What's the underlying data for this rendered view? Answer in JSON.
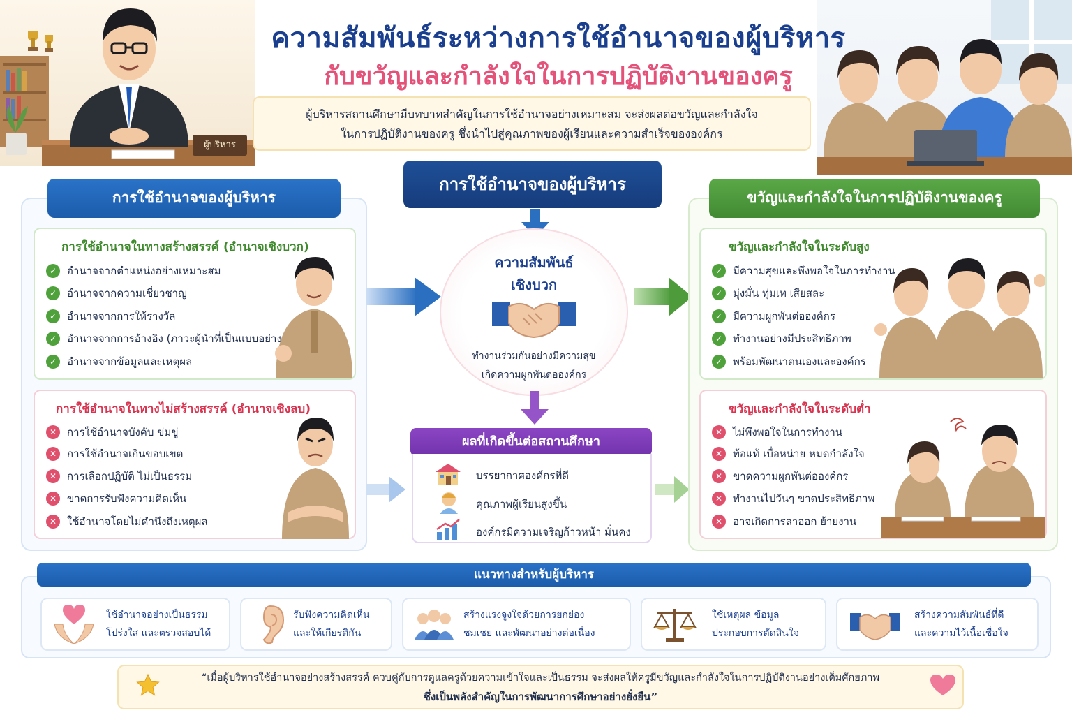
{
  "header": {
    "title": "ความสัมพันธ์ระหว่างการใช้อำนาจของผู้บริหาร",
    "subtitle": "กับขวัญและกำลังใจในการปฏิบัติงานของครู",
    "intro_line1": "ผู้บริหารสถานศึกษามีบทบาทสำคัญในการใช้อำนาจอย่างเหมาะสม จะส่งผลต่อขวัญและกำลังใจ",
    "intro_line2": "ในการปฏิบัติงานของครู ซึ่งนำไปสู่คุณภาพของผู้เรียนและความสำเร็จขององค์กร",
    "nameplate": "ผู้บริหาร"
  },
  "left_panel": {
    "title": "การใช้อำนาจของผู้บริหาร",
    "positive": {
      "title": "การใช้อำนาจในทางสร้างสรรค์ (อำนาจเชิงบวก)",
      "items": [
        "อำนาจจากตำแหน่งอย่างเหมาะสม",
        "อำนาจจากความเชี่ยวชาญ",
        "อำนาจจากการให้รางวัล",
        "อำนาจจากการอ้างอิง (ภาวะผู้นำที่เป็นแบบอย่าง)",
        "อำนาจจากข้อมูลและเหตุผล"
      ]
    },
    "negative": {
      "title": "การใช้อำนาจในทางไม่สร้างสรรค์ (อำนาจเชิงลบ)",
      "items": [
        "การใช้อำนาจบังคับ ข่มขู่",
        "การใช้อำนาจเกินขอบเขต",
        "การเลือกปฏิบัติ ไม่เป็นธรรม",
        "ขาดการรับฟังความคิดเห็น",
        "ใช้อำนาจโดยไม่คำนึงถึงเหตุผล"
      ]
    }
  },
  "center": {
    "title": "การใช้อำนาจของผู้บริหาร",
    "relation_line1": "ความสัมพันธ์",
    "relation_line2": "เชิงบวก",
    "relation_text1": "ทำงานร่วมกันอย่างมีความสุข",
    "relation_text2": "เกิดความผูกพันต่อองค์กร",
    "result_title": "ผลที่เกิดขึ้นต่อสถานศึกษา",
    "results": [
      "บรรยากาศองค์กรที่ดี",
      "คุณภาพผู้เรียนสูงขึ้น",
      "องค์กรมีความเจริญก้าวหน้า มั่นคง"
    ]
  },
  "right_panel": {
    "title": "ขวัญและกำลังใจในการปฏิบัติงานของครู",
    "high": {
      "title": "ขวัญและกำลังใจในระดับสูง",
      "items": [
        "มีความสุขและพึงพอใจในการทำงาน",
        "มุ่งมั่น ทุ่มเท เสียสละ",
        "มีความผูกพันต่อองค์กร",
        "ทำงานอย่างมีประสิทธิภาพ",
        "พร้อมพัฒนาตนเองและองค์กร"
      ]
    },
    "low": {
      "title": "ขวัญและกำลังใจในระดับต่ำ",
      "items": [
        "ไม่พึงพอใจในการทำงาน",
        "ท้อแท้ เบื่อหน่าย หมดกำลังใจ",
        "ขาดความผูกพันต่อองค์กร",
        "ทำงานไปวันๆ ขาดประสิทธิภาพ",
        "อาจเกิดการลาออก ย้ายงาน"
      ]
    }
  },
  "guidelines": {
    "title": "แนวทางสำหรับผู้บริหาร",
    "items": [
      {
        "line1": "ใช้อำนาจอย่างเป็นธรรม",
        "line2": "โปร่งใส และตรวจสอบได้",
        "icon": "heart-hands-icon"
      },
      {
        "line1": "รับฟังความคิดเห็น",
        "line2": "และให้เกียรติกัน",
        "icon": "ear-icon"
      },
      {
        "line1": "สร้างแรงจูงใจด้วยการยกย่อง",
        "line2": "ชมเชย และพัฒนาอย่างต่อเนื่อง",
        "icon": "group-icon"
      },
      {
        "line1": "ใช้เหตุผล ข้อมูล",
        "line2": "ประกอบการตัดสินใจ",
        "icon": "scale-icon"
      },
      {
        "line1": "สร้างความสัมพันธ์ที่ดี",
        "line2": "และความไว้เนื้อเชื่อใจ",
        "icon": "handshake-icon"
      }
    ]
  },
  "quote": {
    "line1": "“เมื่อผู้บริหารใช้อำนาจอย่างสร้างสรรค์ ควบคู่กับการดูแลครูด้วยความเข้าใจและเป็นธรรม จะส่งผลให้ครูมีขวัญและกำลังใจในการปฏิบัติงานอย่างเต็มศักยภาพ",
    "line2": "ซึ่งเป็นพลังสำคัญในการพัฒนาการศึกษาอย่างยั่งยืน”"
  },
  "colors": {
    "navy": "#1b3f8f",
    "pink": "#e4527a",
    "blue": "#2a73c8",
    "green": "#4fa23b",
    "red": "#e0506c",
    "purple": "#8b45c4"
  }
}
